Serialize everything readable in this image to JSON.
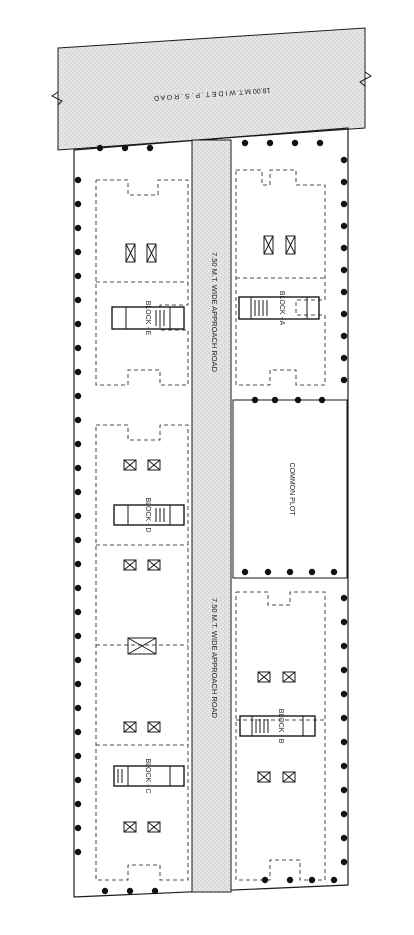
{
  "labels": {
    "tps_road": "18.00 M.T.  W I D E   T . P . S .   R O A D",
    "approach_road_top": "7.50 M.T. WIDE APPROACH ROAD",
    "approach_road_bottom": "7.50 M.T. WIDE APPROACH ROAD",
    "common_plot": "COMMON PLOT",
    "block_a": "BLOCK - A",
    "block_b": "BLOCK - B",
    "block_c": "BLOCK - C",
    "block_d": "BLOCK - D",
    "block_e": "BLOCK - E"
  },
  "colors": {
    "line": "#1a1a1a",
    "road_fill": "#e2e2e2",
    "tree": "#111111"
  }
}
